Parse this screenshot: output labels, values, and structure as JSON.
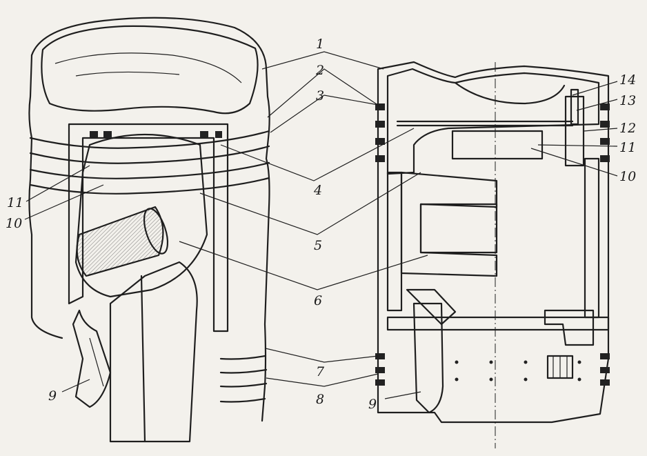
{
  "callouts": [
    {
      "id": "1",
      "text": "1"
    },
    {
      "id": "2",
      "text": "2"
    },
    {
      "id": "3",
      "text": "3"
    },
    {
      "id": "4",
      "text": "4"
    },
    {
      "id": "5",
      "text": "5"
    },
    {
      "id": "6",
      "text": "6"
    },
    {
      "id": "7",
      "text": "7"
    },
    {
      "id": "8",
      "text": "8"
    },
    {
      "id": "9a",
      "text": "9"
    },
    {
      "id": "9b",
      "text": "9"
    },
    {
      "id": "10a",
      "text": "10"
    },
    {
      "id": "10b",
      "text": "10"
    },
    {
      "id": "11a",
      "text": "11"
    },
    {
      "id": "11b",
      "text": "11"
    },
    {
      "id": "12",
      "text": "12"
    },
    {
      "id": "13",
      "text": "13"
    },
    {
      "id": "14",
      "text": "14"
    }
  ],
  "colors": {
    "paper": "#f3f1ec",
    "ink": "#1e1e1e"
  }
}
